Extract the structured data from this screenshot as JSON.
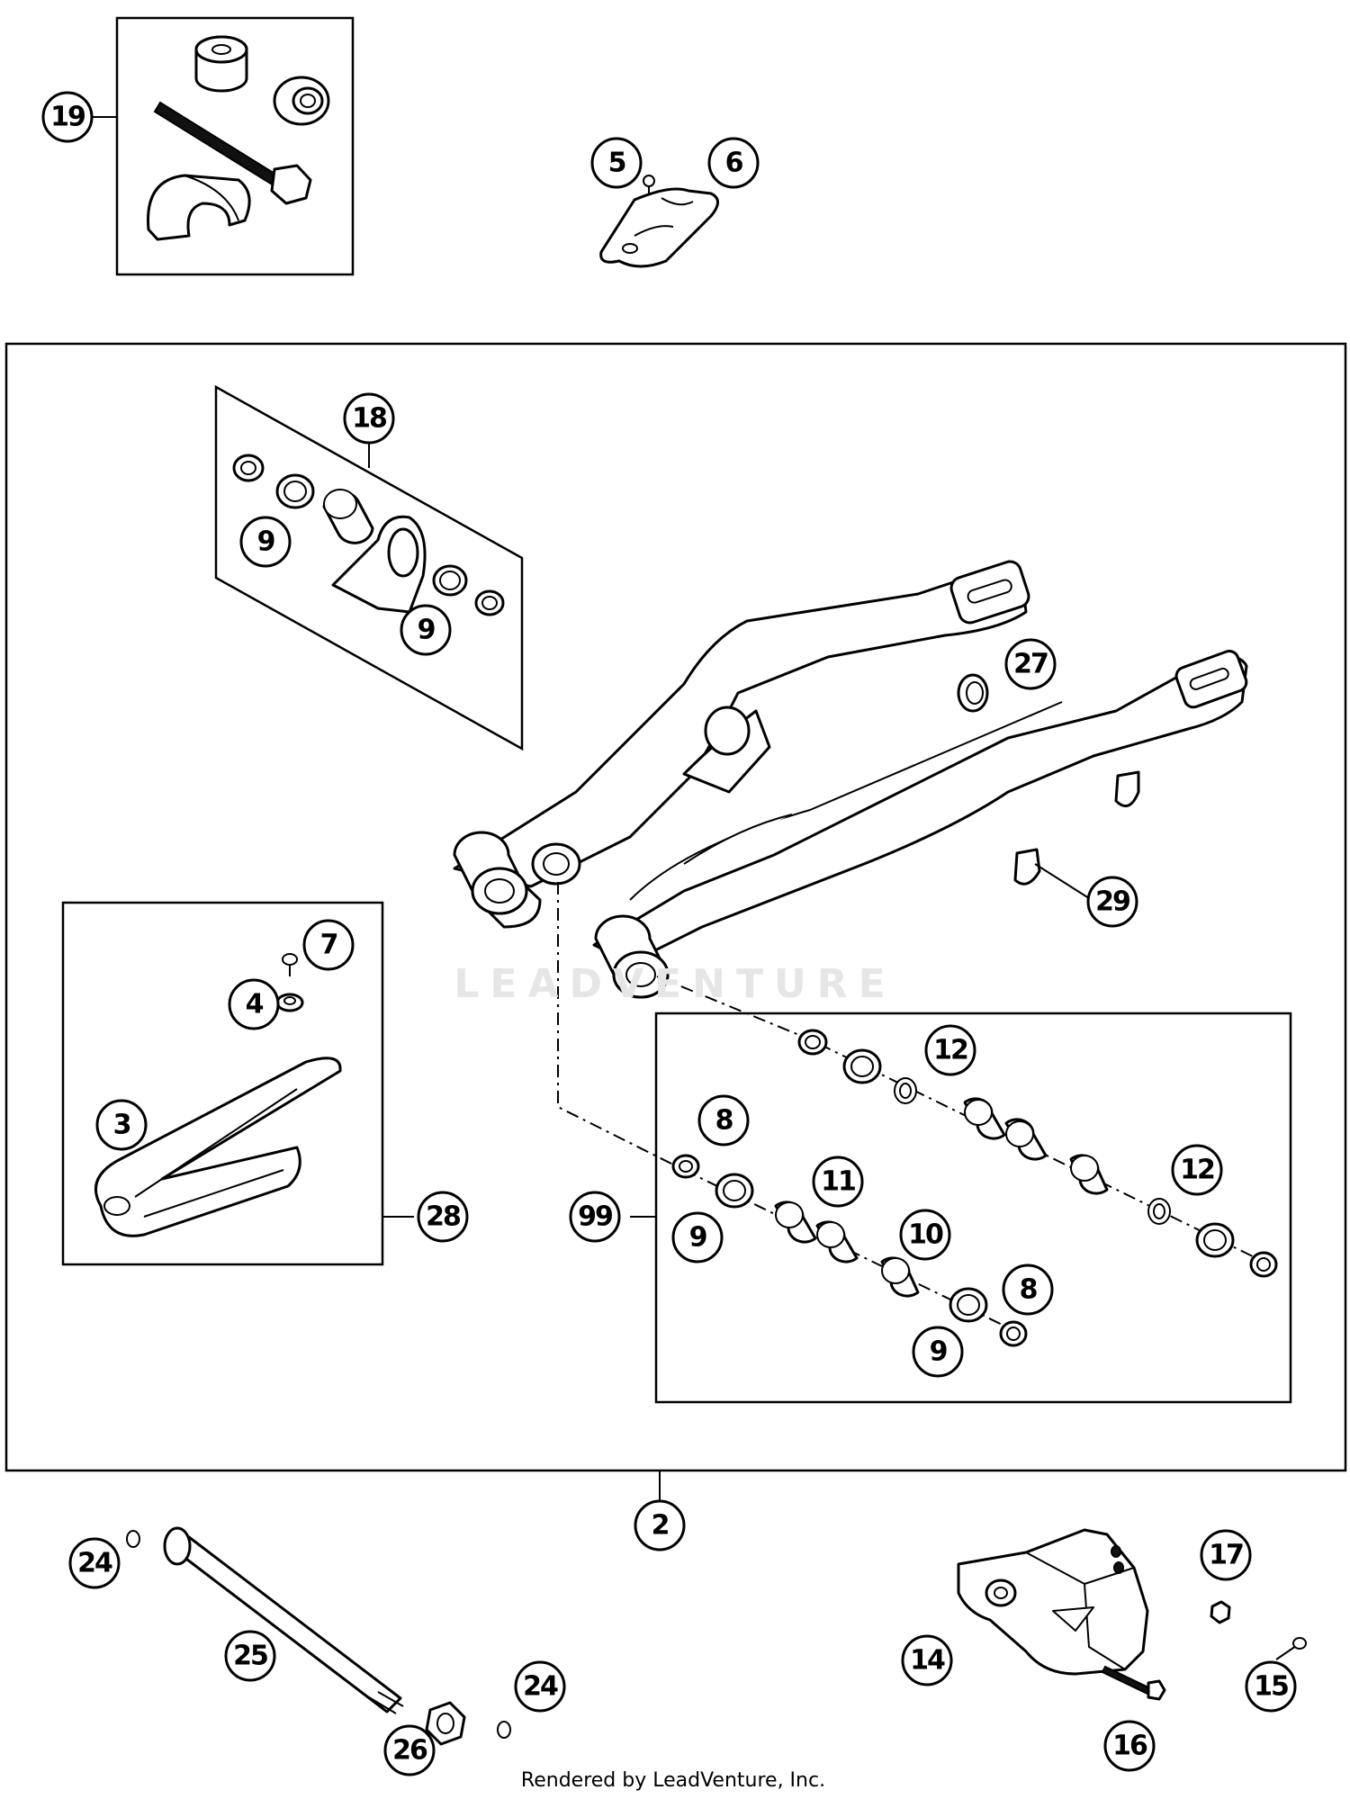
{
  "watermark": "LEADVENTURE",
  "footer": "Rendered by LeadVenture, Inc.",
  "callouts": [
    "19",
    "5",
    "6",
    "18",
    "9",
    "9",
    "27",
    "29",
    "7",
    "4",
    "3",
    "28",
    "12",
    "8",
    "11",
    "10",
    "12",
    "99",
    "9",
    "8",
    "9",
    "2",
    "24",
    "25",
    "24",
    "26",
    "17",
    "14",
    "15",
    "16"
  ]
}
